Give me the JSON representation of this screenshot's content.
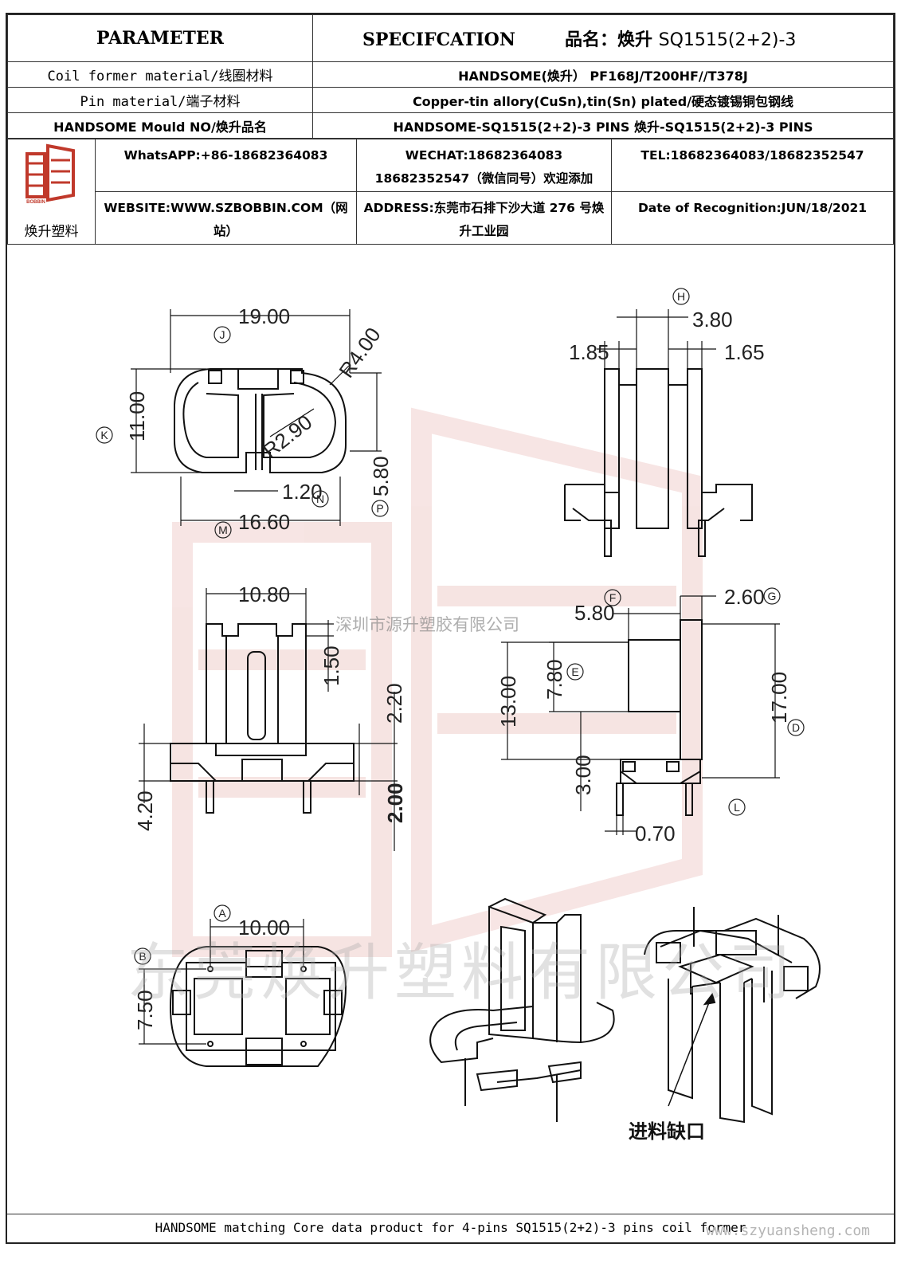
{
  "header": {
    "parameter": "PARAMETER",
    "specification": "SPECIFCATION",
    "product_label": "品名：焕升",
    "product_code": "SQ1515(2+2)-3"
  },
  "rows": [
    {
      "label": "Coil former material/线圈材料",
      "value": "HANDSOME(焕升）   PF168J/T200HF//T378J"
    },
    {
      "label": "Pin material/端子材料",
      "value": "Copper-tin allory(CuSn),tin(Sn) plated/硬态镀锡铜包钢线"
    },
    {
      "label": "HANDSOME Mould NO/焕升品名",
      "value": "HANDSOME-SQ1515(2+2)-3 PINS    焕升-SQ1515(2+2)-3 PINS"
    }
  ],
  "contact": {
    "logo_text": "焕升塑料",
    "logo_letters": "BOBBIN",
    "whatsapp": "WhatsAPP:+86-18682364083",
    "wechat": "WECHAT:18682364083 18682352547（微信同号）欢迎添加",
    "tel": "TEL:18682364083/18682352547",
    "website": "WEBSITE:WWW.SZBOBBIN.COM（网站）",
    "address": "ADDRESS:东莞市石排下沙大道 276 号焕升工业园",
    "date": "Date of Recognition:JUN/18/2021"
  },
  "drawing": {
    "dims": {
      "d19": "19.00",
      "r4": "R4.00",
      "d11": "11.00",
      "r29": "R2.90",
      "d12": "1.20",
      "d166": "16.60",
      "d58v": "5.80",
      "d38": "3.80",
      "d185": "1.85",
      "d165": "1.65",
      "d108": "10.80",
      "d15": "1.50",
      "d22": "2.20",
      "d42": "4.20",
      "d20": "2.00",
      "d58h": "5.80",
      "d26": "2.60",
      "d13": "13.00",
      "d78": "7.80",
      "d17": "17.00",
      "d3": "3.00",
      "d07": "0.70",
      "d10": "10.00",
      "d75": "7.50"
    },
    "markers": {
      "J": "J",
      "K": "K",
      "M": "M",
      "N": "N",
      "P": "P",
      "H": "H",
      "F": "F",
      "G": "G",
      "E": "E",
      "D": "D",
      "L": "L",
      "A": "A",
      "B": "B"
    },
    "callout": "进料缺口"
  },
  "watermarks": {
    "company_small": "深圳市源升塑胶有限公司",
    "company_large": "东莞焕升塑料有限公司",
    "url": "www.szyuansheng.com"
  },
  "footer": "HANDSOME matching Core data  product for 4-pins SQ1515(2+2)-3 pins coil former"
}
